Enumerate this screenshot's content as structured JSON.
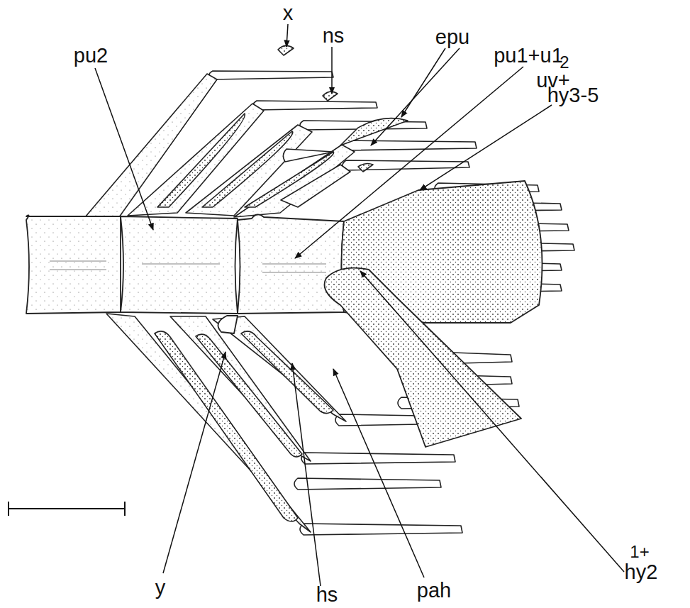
{
  "diagram": {
    "labels": [
      "x",
      "ns",
      "epu",
      "pu2",
      "pu1+u1",
      "2",
      "uv+",
      "hy3-5",
      "1+",
      "hy2",
      "y",
      "hs",
      "pah"
    ]
  }
}
